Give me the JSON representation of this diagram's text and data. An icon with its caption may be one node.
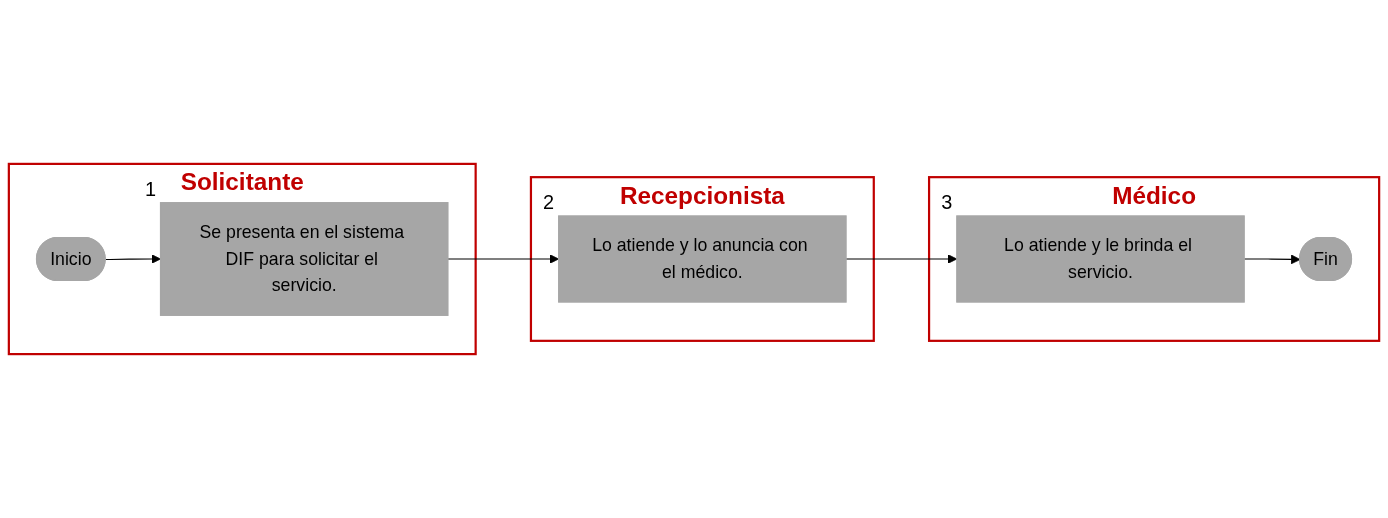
{
  "diagram": {
    "nodes": [
      {
        "text": [
          "Solicitante"
        ]
      },
      {
        "text": [
          "Recepcionista"
        ]
      },
      {
        "text": [
          "Médico"
        ]
      },
      {
        "text": [
          "Inicio"
        ],
        "in": 0
      },
      {
        "text": [
          "Se presenta en el sistema DIF para solicitar el servicio."
        ],
        "in": 0,
        "beside": [
          "1"
        ]
      },
      {
        "text": [
          "Lo atiende y lo anuncia con el médico."
        ],
        "in": 1,
        "beside": [
          "2"
        ]
      },
      {
        "text": [
          "Lo atiende y le brinda el servicio."
        ],
        "in": 2,
        "beside": [
          "3"
        ]
      },
      {
        "text": [
          "Fin"
        ],
        "in": 2
      }
    ],
    "edges": [
      {
        "from": 3,
        "to": 4,
        "arrow": "to"
      },
      {
        "from": 4,
        "to": 5,
        "arrow": "to"
      },
      {
        "from": 5,
        "to": 6,
        "arrow": "to"
      },
      {
        "from": 6,
        "to": 7,
        "arrow": "to"
      }
    ]
  }
}
